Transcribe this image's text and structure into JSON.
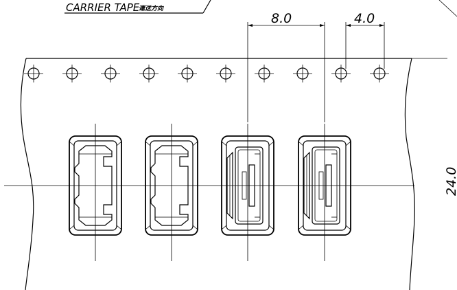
{
  "title": {
    "label": "CARRIER TAPE",
    "direction_text": "運送方向"
  },
  "dimensions": {
    "pocket_pitch": "8.0",
    "hole_pitch": "4.0",
    "tape_width": "24.0"
  },
  "drawing": {
    "sprocket_hole_count": 10,
    "pocket_count": 4,
    "pocket_variants": [
      "empty",
      "empty",
      "connector",
      "connector"
    ]
  }
}
